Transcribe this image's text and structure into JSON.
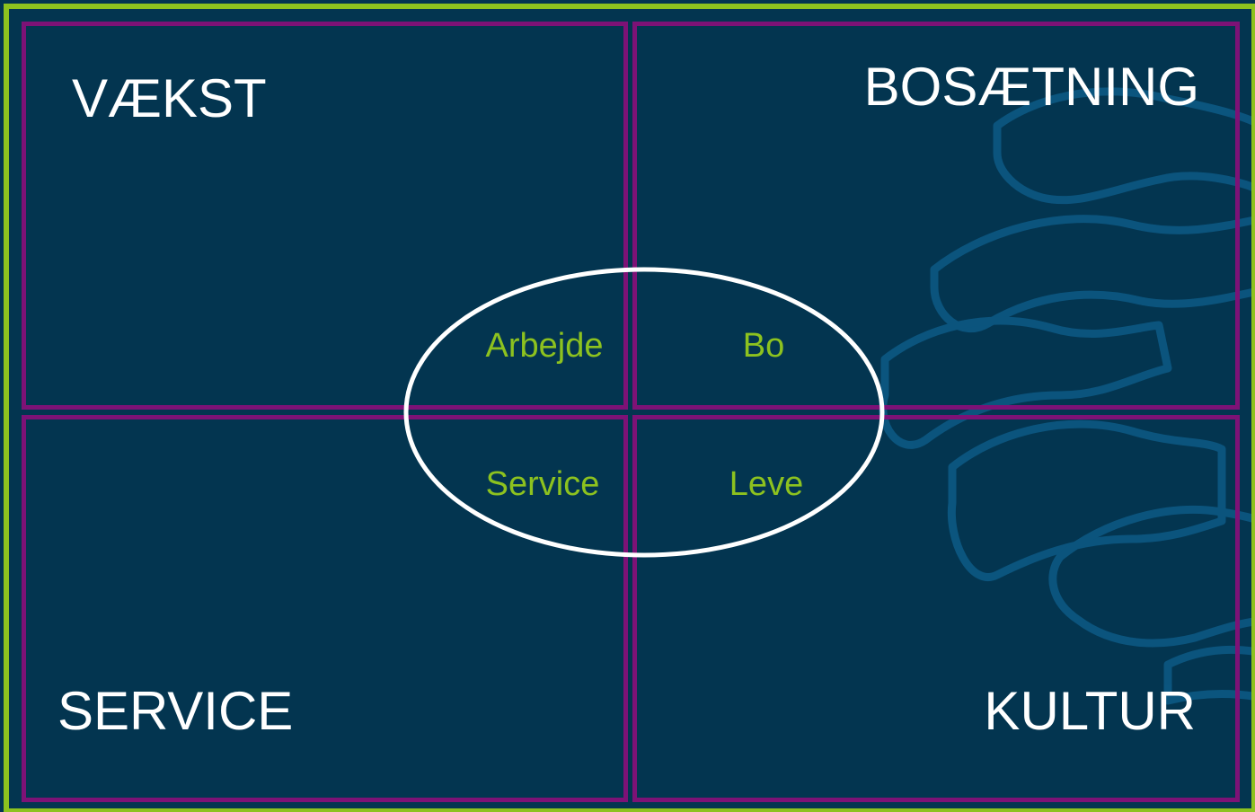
{
  "colors": {
    "background": "#033550",
    "frame": "#8dc21f",
    "quadrant_border": "#7d1276",
    "quadrant_text": "#ffffff",
    "center_text": "#8dc21f",
    "ellipse": "#ffffff",
    "watermark": "#0d5a86"
  },
  "quadrants": {
    "top_left": {
      "label": "VÆKST"
    },
    "top_right": {
      "label": "BOSÆTNING"
    },
    "bottom_left": {
      "label": "SERVICE"
    },
    "bottom_right": {
      "label": "KULTUR"
    }
  },
  "center": {
    "top_left": "Arbejde",
    "top_right": "Bo",
    "bottom_left": "Service",
    "bottom_right": "Leve"
  },
  "watermark": {
    "icon": "wave-logo-icon"
  }
}
